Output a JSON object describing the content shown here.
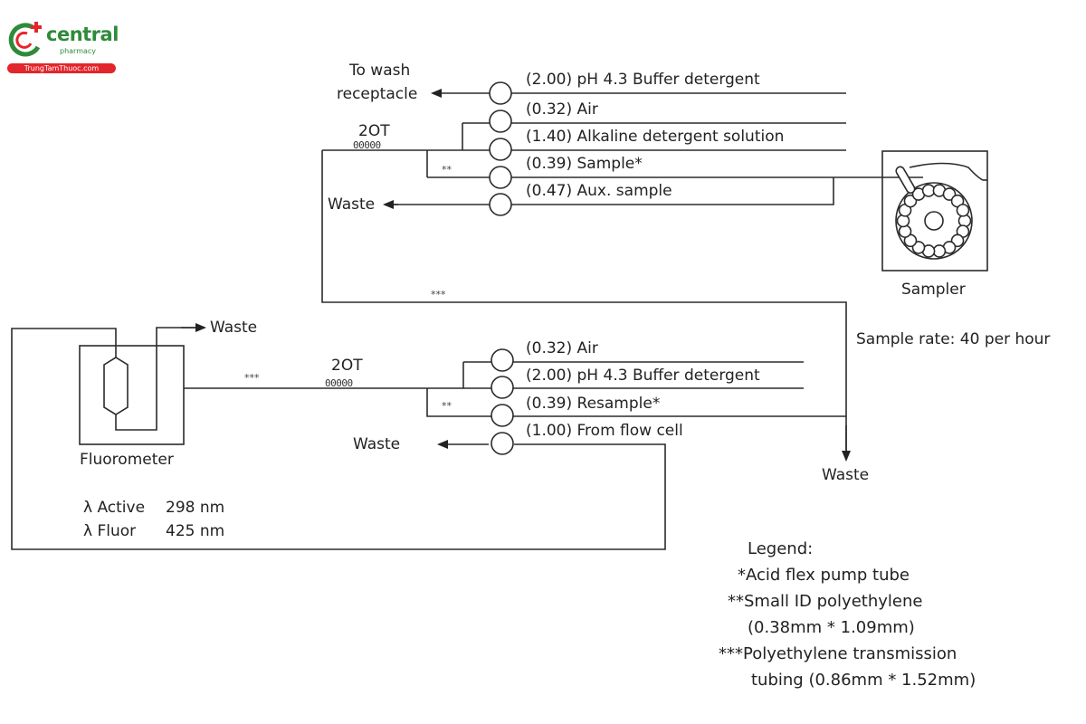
{
  "logo": {
    "brand": "central",
    "sub": "pharmacy",
    "site": "TrungTamThuoc.com",
    "colors": {
      "green": "#2e8b3a",
      "red": "#e3262b"
    }
  },
  "upper_manifold": {
    "to_wash_line1": "To wash",
    "to_wash_line2": "receptacle",
    "coil_label": "2OT",
    "coil_glyph": "00000",
    "waste_label": "Waste",
    "branch_mark": "**",
    "return_mark": "***",
    "lines": [
      {
        "flow": "(2.00)",
        "name": "pH 4.3 Buffer detergent",
        "text": "(2.00) pH 4.3 Buffer detergent"
      },
      {
        "flow": "(0.32)",
        "name": "Air",
        "text": "(0.32) Air"
      },
      {
        "flow": "(1.40)",
        "name": "Alkaline detergent solution",
        "text": "(1.40) Alkaline detergent solution"
      },
      {
        "flow": "(0.39)",
        "name": "Sample*",
        "text": "(0.39) Sample*"
      },
      {
        "flow": "(0.47)",
        "name": "Aux. sample",
        "text": "(0.47) Aux. sample"
      }
    ]
  },
  "sampler": {
    "label": "Sampler",
    "rate": "Sample rate: 40 per hour"
  },
  "lower_manifold": {
    "coil_label": "2OT",
    "coil_glyph": "00000",
    "transmission_mark": "***",
    "branch_mark": "**",
    "waste_label": "Waste",
    "right_waste_label": "Waste",
    "lines": [
      {
        "flow": "(0.32)",
        "name": "Air",
        "text": "(0.32) Air"
      },
      {
        "flow": "(2.00)",
        "name": "pH 4.3 Buffer detergent",
        "text": "(2.00) pH 4.3 Buffer detergent"
      },
      {
        "flow": "(0.39)",
        "name": "Resample*",
        "text": "(0.39) Resample*"
      },
      {
        "flow": "(1.00)",
        "name": "From flow cell",
        "text": "(1.00) From flow cell"
      }
    ]
  },
  "fluorometer": {
    "label": "Fluorometer",
    "waste_label": "Waste",
    "active_label": "λ Active",
    "active_value": "298 nm",
    "fluor_label": "λ Fluor",
    "fluor_value": "425 nm"
  },
  "legend": {
    "title": "Legend:",
    "items": [
      "*Acid flex pump tube",
      "**Small ID polyethylene",
      "(0.38mm * 1.09mm)",
      "***Polyethylene transmission",
      "tubing (0.86mm * 1.52mm)"
    ]
  }
}
